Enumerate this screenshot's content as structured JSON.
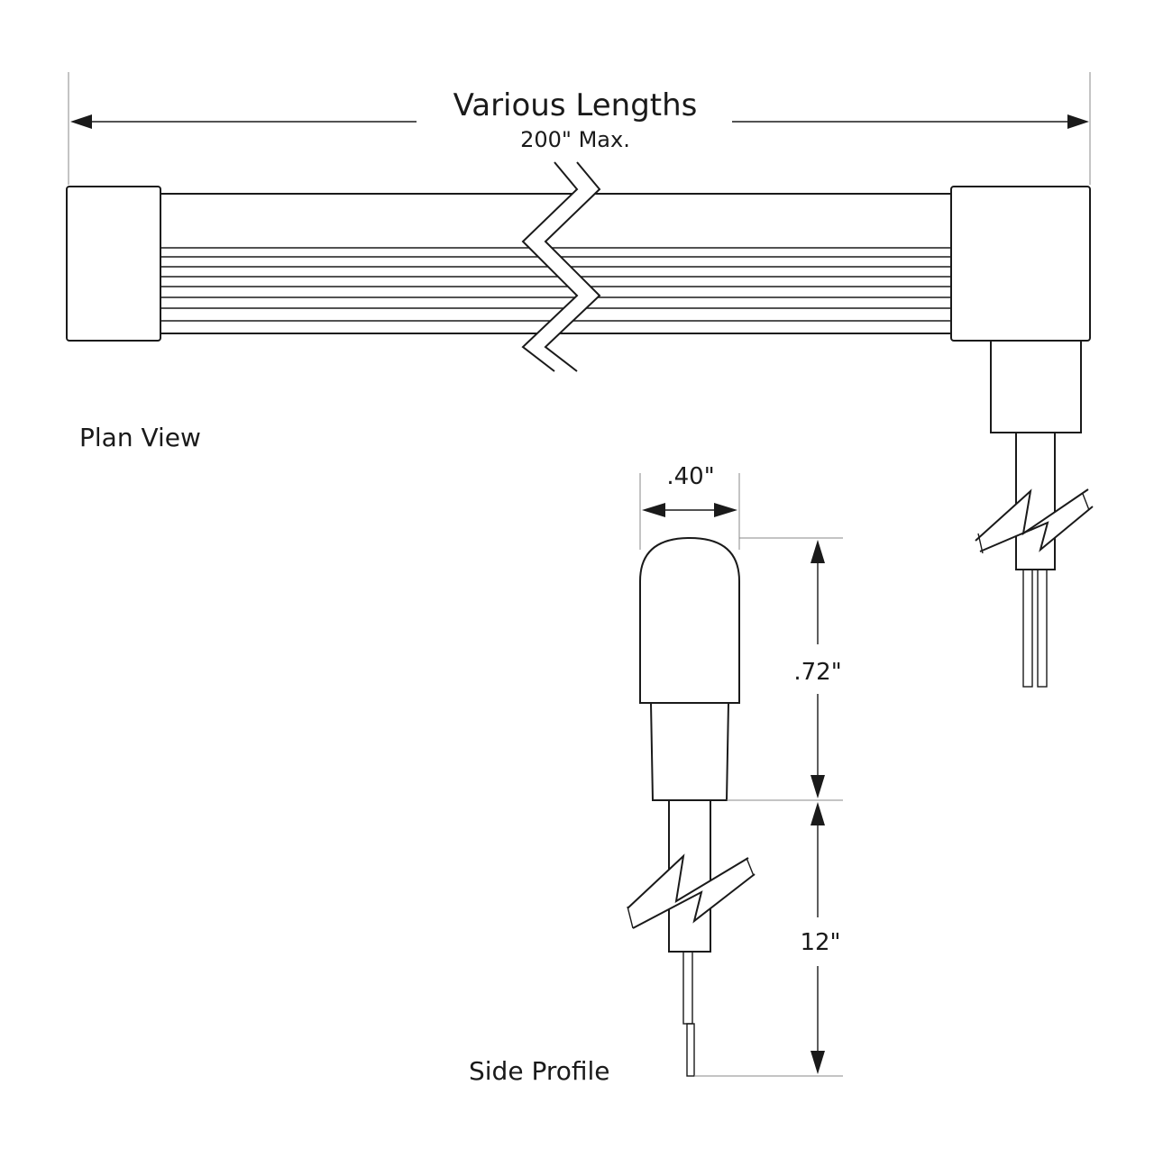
{
  "labels": {
    "length_title": "Various Lengths",
    "length_max": "200\" Max.",
    "plan_view": "Plan View",
    "width_dim": ".40\"",
    "height_dim": ".72\"",
    "lead_dim": "12\"",
    "side_profile": "Side Profile"
  },
  "colors": {
    "line": "#1a1a1a",
    "extension_line": "#888888",
    "background": "#ffffff"
  }
}
